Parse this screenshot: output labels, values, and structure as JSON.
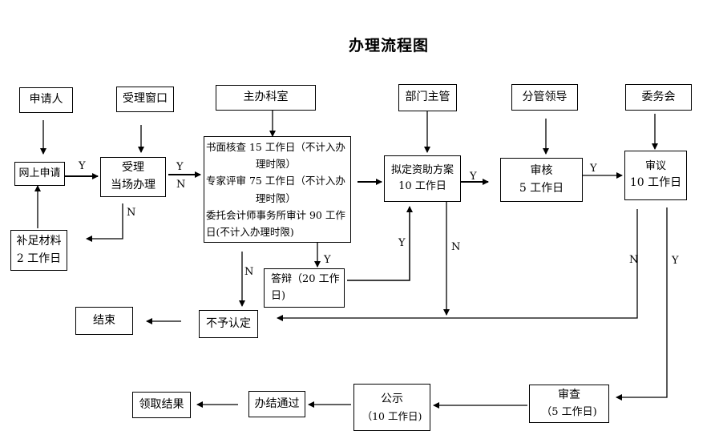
{
  "title": "办理流程图",
  "roles": {
    "applicant": "申请人",
    "window": "受理窗口",
    "office": "主办科室",
    "dept": "部门主管",
    "leader": "分管领导",
    "committee": "委务会"
  },
  "nodes": {
    "online": [
      "网上申请"
    ],
    "accept": [
      "受理",
      "当场办理"
    ],
    "supplement": [
      "补足材料",
      "2 工作日"
    ],
    "review": [
      "书面核查 15 工作日（不计入办",
      "理时限）",
      "专家评审 75 工作日（不计入办",
      "理时限）",
      "委托会计师事务所审计 90 工作",
      "日(不计入办理时限)"
    ],
    "plan": [
      "拟定资助方案",
      "10 工作日"
    ],
    "audit": [
      "审核",
      "5 工作日"
    ],
    "deliberate": [
      "审议",
      "10 工作日"
    ],
    "defense": [
      "答辩（20 工作",
      "日)"
    ],
    "reject": [
      "不予认定"
    ],
    "end": [
      "结束"
    ],
    "check": [
      "审查",
      "（5 工作日)"
    ],
    "publicize": [
      "公示",
      "（10 工作日)"
    ],
    "approve": [
      "办结通过"
    ],
    "collect": [
      "领取结果"
    ]
  },
  "labels": {
    "y1": "Y",
    "y2": "Y",
    "n1": "N",
    "n2": "N",
    "y3": "Y",
    "y4": "Y",
    "n3": "N",
    "y5": "Y",
    "n4": "N",
    "y6": "Y",
    "n5": "N",
    "y7": "Y"
  }
}
